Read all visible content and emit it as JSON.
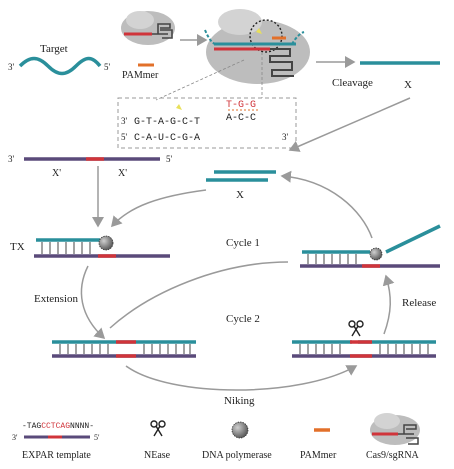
{
  "top": {
    "target_label": "Target",
    "target_end3": "3'",
    "target_end5": "5'",
    "pammer_label": "PAMmer",
    "cleavage_label": "Cleavage",
    "product_label": "X"
  },
  "zoom_box": {
    "top_strand_start": "3'",
    "top_strand_seq": "G-T-A-G-C-T",
    "top_strand_tail": "A-C-C",
    "bottom_strand_start": "5'",
    "bottom_strand_seq": "C-A-U-C-G-A",
    "bottom_strand_end": "3'",
    "pam_seq": "T-G-G"
  },
  "template": {
    "end3": "3'",
    "end5": "5'",
    "left_label": "X'",
    "right_label": "X'"
  },
  "cycle": {
    "x_label": "X",
    "tx_label": "TX",
    "cycle1_label": "Cycle 1",
    "cycle2_label": "Cycle 2",
    "extension_label": "Extension",
    "release_label": "Release",
    "niking_label": "Niking"
  },
  "legend": {
    "expar_seq_prefix": "-TAG",
    "expar_seq_red": "CCTCAG",
    "expar_seq_suffix": "NNNN-",
    "expar_end3": "3'",
    "expar_end5": "5'",
    "expar_label": "EXPAR template",
    "nease_label": "NEase",
    "polymerase_label": "DNA polymerase",
    "pammer_label": "PAMmer",
    "cas9_label": "Cas9/sgRNA"
  },
  "colors": {
    "teal": "#2a8f9b",
    "purple": "#5a4a7a",
    "red": "#d0343a",
    "orange": "#e2702a",
    "gray": "#bdbdbd",
    "dark": "#444444",
    "yellow": "#e9e05a"
  }
}
